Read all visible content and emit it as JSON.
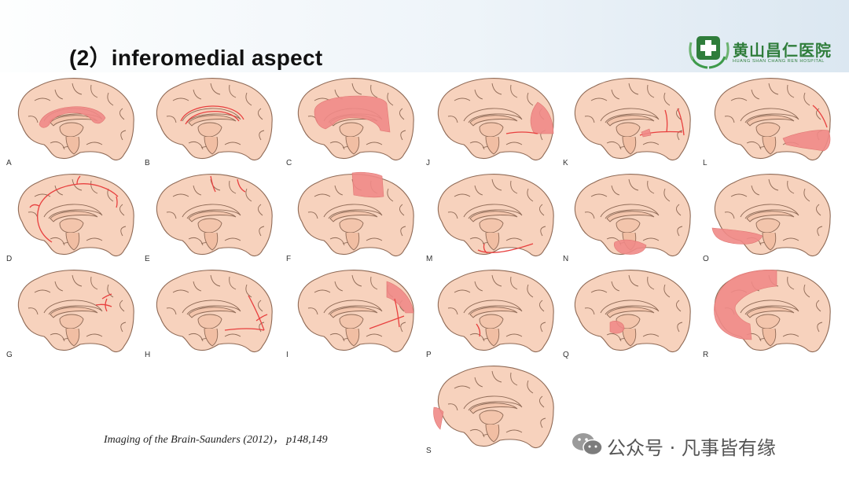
{
  "header": {
    "title": "(2）inferomedial aspect",
    "logo_name_cn": "黄山昌仁医院",
    "logo_name_en": "HUANG SHAN CHANG REN HOSPITAL"
  },
  "colors": {
    "brain": "#f7d2bd",
    "outline": "#8f6a56",
    "highlight": "#f08a87",
    "vessel": "#e8403f",
    "logo_green": "#2f7d3b"
  },
  "panels": [
    {
      "label": "A",
      "col": 0,
      "row": 0,
      "overlay": "cingulate"
    },
    {
      "label": "B",
      "col": 1,
      "row": 0,
      "overlay": "callosal-artery"
    },
    {
      "label": "C",
      "col": 2,
      "row": 0,
      "overlay": "pericallosal-region"
    },
    {
      "label": "J",
      "col": 3,
      "row": 0,
      "overlay": "occipital-pole"
    },
    {
      "label": "K",
      "col": 4,
      "row": 0,
      "overlay": "calcarine-artery"
    },
    {
      "label": "L",
      "col": 5,
      "row": 0,
      "overlay": "occipitotemporal"
    },
    {
      "label": "D",
      "col": 0,
      "row": 1,
      "overlay": "frontal-arteries"
    },
    {
      "label": "E",
      "col": 1,
      "row": 1,
      "overlay": "paracentral-artery"
    },
    {
      "label": "F",
      "col": 2,
      "row": 1,
      "overlay": "paracentral-lobule"
    },
    {
      "label": "M",
      "col": 3,
      "row": 1,
      "overlay": "temporal-artery"
    },
    {
      "label": "N",
      "col": 4,
      "row": 1,
      "overlay": "parahippocampal"
    },
    {
      "label": "O",
      "col": 5,
      "row": 1,
      "overlay": "orbitofrontal"
    },
    {
      "label": "G",
      "col": 0,
      "row": 2,
      "overlay": "precuneal-artery"
    },
    {
      "label": "H",
      "col": 1,
      "row": 2,
      "overlay": "parieto-occipital-artery"
    },
    {
      "label": "I",
      "col": 2,
      "row": 2,
      "overlay": "cuneus-precuneus"
    },
    {
      "label": "P",
      "col": 3,
      "row": 2,
      "overlay": "small-artery"
    },
    {
      "label": "Q",
      "col": 4,
      "row": 2,
      "overlay": "uncus"
    },
    {
      "label": "R",
      "col": 5,
      "row": 2,
      "overlay": "frontal-medial"
    },
    {
      "label": "S",
      "col": 3,
      "row": 3,
      "overlay": "frontal-pole"
    }
  ],
  "citation": "Imaging of the Brain-Saunders (2012)， p148,149",
  "watermark": {
    "text": "公众号 · 凡事皆有缘",
    "icon": "wechat-icon"
  }
}
